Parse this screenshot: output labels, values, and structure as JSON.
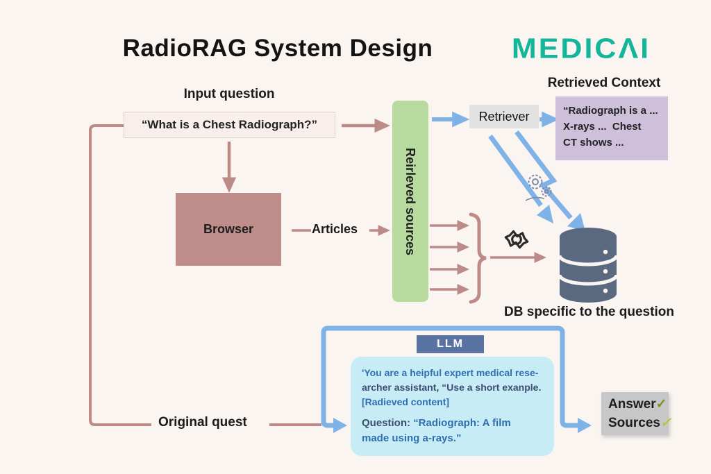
{
  "title": "RadioRAG System Design",
  "logo_text": "MEDICΛI",
  "input_section": {
    "label": "Input question",
    "question": "“What is a Chest Radiograph?”"
  },
  "browser_label": "Browser",
  "articles_label": "Articles",
  "sources_box_label": "Reirleved sources",
  "retriever_label": "Retriever",
  "retrieved_context": {
    "title": "Retrieved Context",
    "lines": [
      "“Radiograph is a ...",
      "X-rays ...  Chest",
      "CT shows ..."
    ]
  },
  "db_label": "DB specific to the question",
  "llm_label": "LLM",
  "prompt": {
    "line1": "'You are a heipful expert medical rese-",
    "line2": "archer assistant, “Use a short exanple.",
    "line3": "[Radieved content]",
    "question_label": "Question:",
    "question_line1": " “Radiograph: A film",
    "question_line2": "made using a-rays.”"
  },
  "original_quest_label": "Original quest",
  "output_box": {
    "answer_label": "Answer",
    "sources_label": "Sources",
    "answer_check": "✓",
    "sources_check": "✓"
  },
  "colors": {
    "background": "#faf5f0",
    "logo_teal": "#13b69b",
    "rose_arrow": "#bc8b87",
    "blue_arrow": "#7fb3e8",
    "green_box": "#b7db9e",
    "lavender_box": "#cec0db",
    "retriever_gray": "#e3e2e3",
    "browser_rose": "#bf8e8b",
    "db_slate": "#5a6880",
    "llm_bg": "#5a73a2",
    "prompt_bg": "#c8ecf5",
    "prompt_blue": "#2e6fb0",
    "prompt_navy": "#3d4c72",
    "answer_check_color": "#7d8f1f",
    "sources_check_color": "#b2c733"
  }
}
